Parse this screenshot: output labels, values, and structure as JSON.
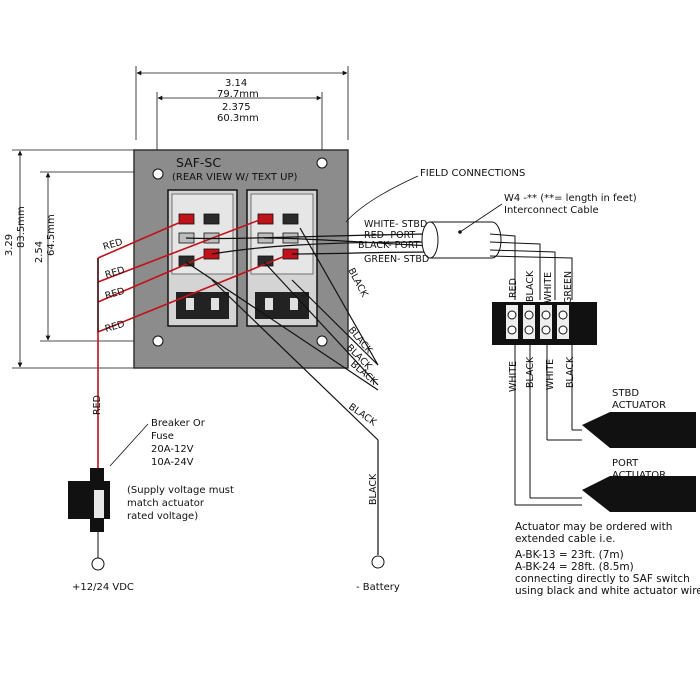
{
  "panel": {
    "title": "SAF-SC",
    "subtitle": "(REAR VIEW  W/ TEXT UP)"
  },
  "dimensions": {
    "width_in": "3.14",
    "width_mm": "79.7mm",
    "hole_width_in": "2.375",
    "hole_width_mm": "60.3mm",
    "height_in": "3.29",
    "height_mm": "83.5mm",
    "hole_height_in": "2.54",
    "hole_height_mm": "64.5mm"
  },
  "callouts": {
    "field_connections": "FIELD CONNECTIONS",
    "cable_line1": "W4 -** (**= length in feet)",
    "cable_line2": "Interconnect Cable"
  },
  "cable_wires": {
    "white_stbd": "WHITE- STBD",
    "red_port": "RED- PORT",
    "black_port": "BLACK- PORT",
    "green_stbd": "GREEN- STBD"
  },
  "wire_labels": {
    "red": "RED",
    "black": "BLACK",
    "white": "WHITE",
    "green": "GREEN"
  },
  "breaker": {
    "line1": "Breaker Or",
    "line2": "Fuse",
    "line3": "20A-12V",
    "line4": "10A-24V"
  },
  "supply_note": {
    "line1": "(Supply voltage must",
    "line2": "match actuator",
    "line3": "rated voltage)"
  },
  "terminals": {
    "positive": "+12/24 VDC",
    "negative": "- Battery"
  },
  "actuators": {
    "stbd_line1": "STBD",
    "stbd_line2": "ACTUATOR",
    "port_line1": "PORT",
    "port_line2": "ACTUATOR"
  },
  "order_note": {
    "line1": "Actuator may be ordered with",
    "line2": "extended cable i.e.",
    "line3": "A-BK-13 = 23ft. (7m)",
    "line4": "A-BK-24 = 28ft. (8.5m)",
    "line5": "connecting directly to SAF switch",
    "line6": "using black and white actuator wires"
  },
  "colors": {
    "panel_fill": "#8c8c8c",
    "red_wire": "#c0121a",
    "black_wire": "#111111",
    "switch_fill": "#d4d4d4"
  }
}
